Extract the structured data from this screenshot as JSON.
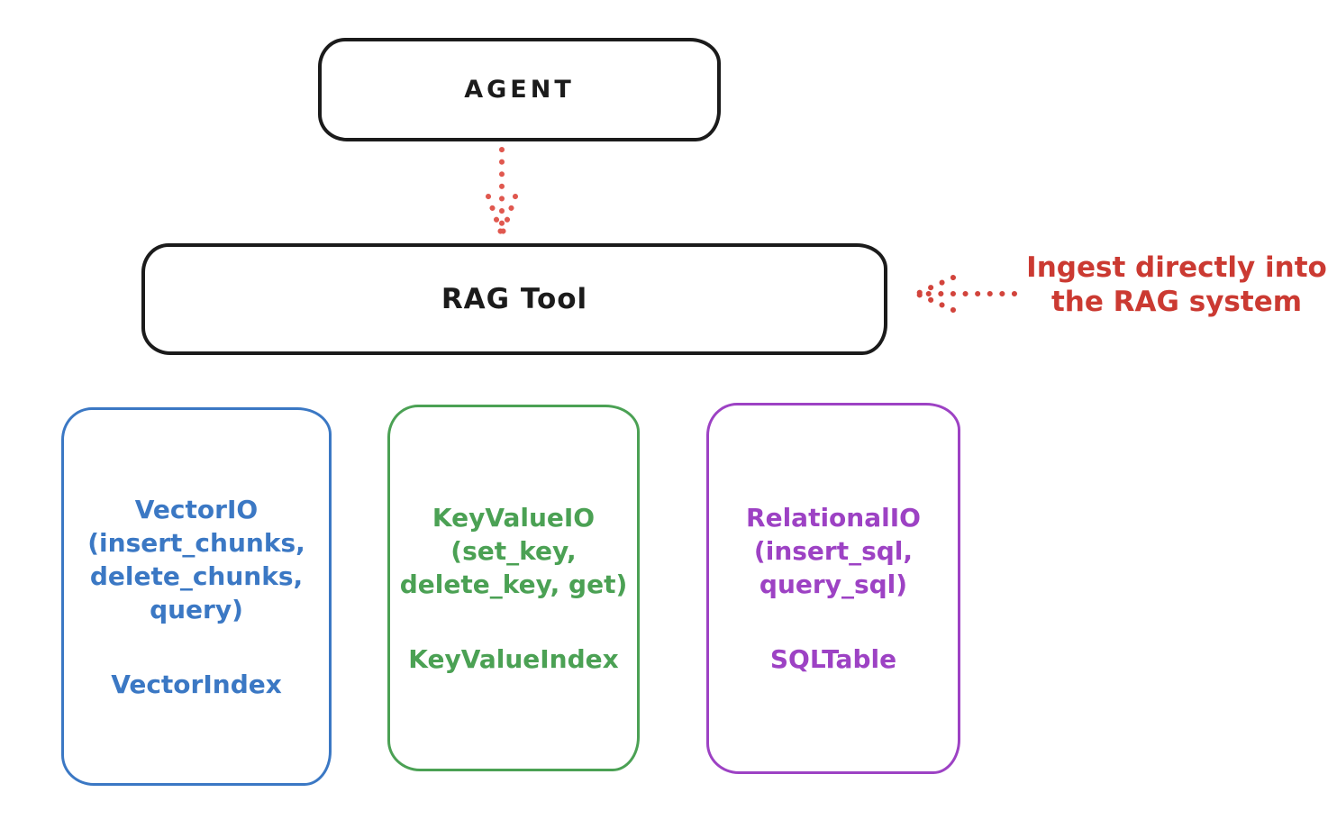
{
  "colors": {
    "stroke_black": "#1b1b1b",
    "arrow_red": "#e0584f",
    "annotation_red": "#cb3a32",
    "vector_blue": "#3b78c4",
    "keyvalue_green": "#4ba154",
    "relational_purple": "#9d42c4",
    "background": "#ffffff"
  },
  "nodes": {
    "agent": {
      "label": "AGENT"
    },
    "rag_tool": {
      "label": "RAG Tool"
    },
    "modules": [
      {
        "name": "vector-io",
        "color": "#3b78c4",
        "io_text": "VectorIO\n(insert_chunks,\ndelete_chunks,\nquery)",
        "index_text": "VectorIndex"
      },
      {
        "name": "keyvalue-io",
        "color": "#4ba154",
        "io_text": "KeyValueIO\n(set_key,\ndelete_key, get)",
        "index_text": "KeyValueIndex"
      },
      {
        "name": "relational-io",
        "color": "#9d42c4",
        "io_text": "RelationalIO\n(insert_sql,\nquery_sql)",
        "index_text": "SQLTable"
      }
    ]
  },
  "annotation": {
    "text": "Ingest directly into\nthe RAG system"
  }
}
